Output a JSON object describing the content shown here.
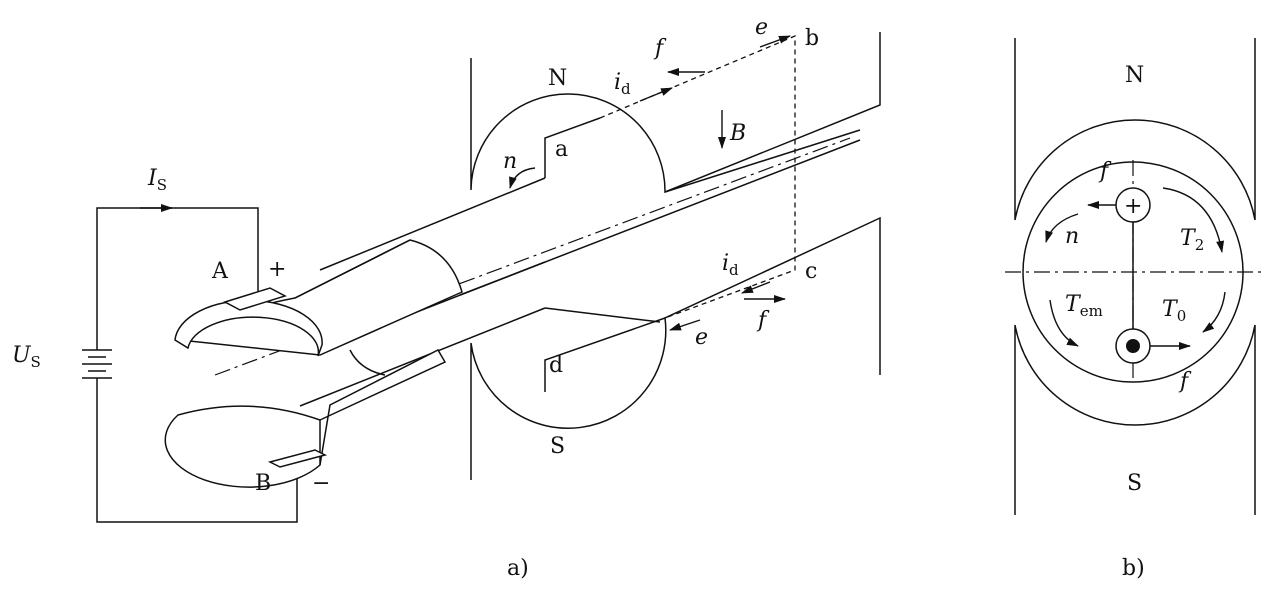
{
  "panel_a": {
    "caption": "a)",
    "pole_north": "N",
    "pole_south": "S",
    "source_current": "I",
    "source_current_sub": "S",
    "source_voltage": "U",
    "source_voltage_sub": "S",
    "brush_a": "A",
    "brush_b": "B",
    "plus": "+",
    "minus": "−",
    "point_a": "a",
    "point_b": "b",
    "point_c": "c",
    "point_d": "d",
    "force_top": "f",
    "force_bottom": "f",
    "emf_top": "e",
    "emf_bottom": "e",
    "current_top": "i",
    "current_top_sub": "d",
    "current_bottom": "i",
    "current_bottom_sub": "d",
    "flux": "B",
    "speed": "n"
  },
  "panel_b": {
    "caption": "b)",
    "pole_north": "N",
    "pole_south": "S",
    "force_top": "f",
    "force_bottom": "f",
    "speed": "n",
    "plus_symbol": "+",
    "torque_2": "T",
    "torque_2_sub": "2",
    "torque_0": "T",
    "torque_0_sub": "0",
    "torque_em": "T",
    "torque_em_sub": "em"
  },
  "colors": {
    "ink": "#111111",
    "background": "#ffffff"
  }
}
